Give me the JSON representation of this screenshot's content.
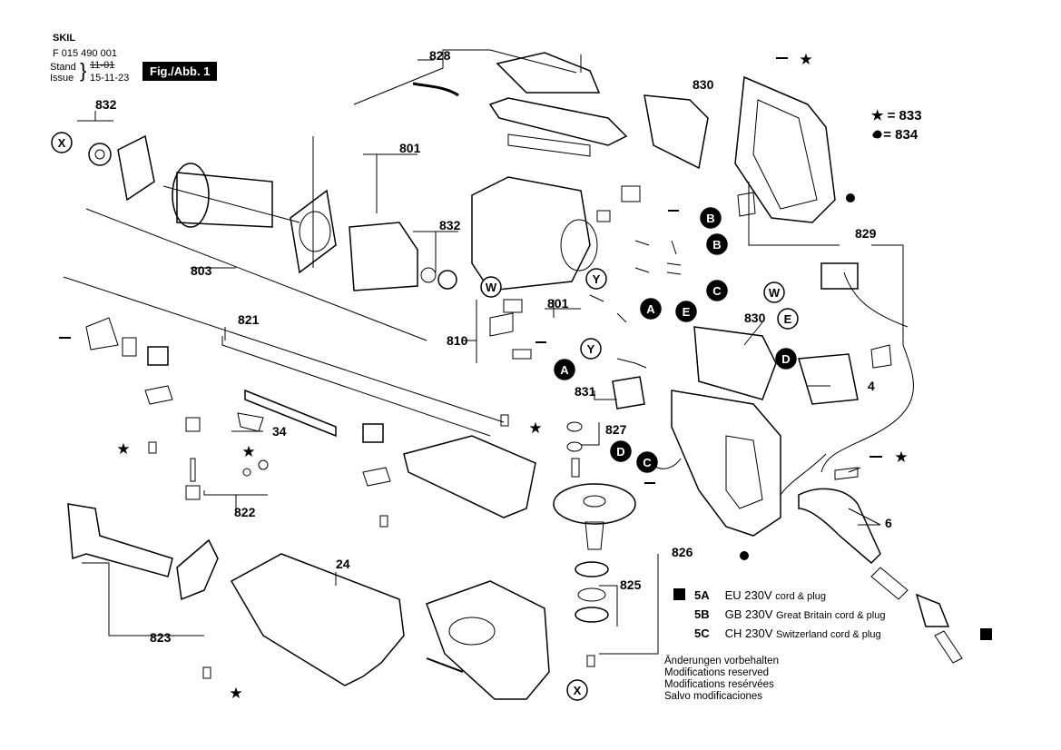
{
  "header": {
    "brand": "SKIL",
    "part_number": "F 015 490 001",
    "stand_label": "Stand",
    "stand_value": "11-01",
    "issue_label": "Issue",
    "issue_value": "15-11-23",
    "figure": "Fig./Abb. 1"
  },
  "legend": {
    "star_text": "★ = 833",
    "dot_text": "● = 834"
  },
  "part_labels": [
    "828",
    "830",
    "832",
    "801",
    "832",
    "803",
    "821",
    "810",
    "831",
    "801",
    "827",
    "34",
    "822",
    "826",
    "825",
    "823",
    "24",
    "830",
    "829",
    "4",
    "6"
  ],
  "circle_markers": [
    "X",
    "X",
    "W",
    "W",
    "Y",
    "Y",
    "A",
    "A",
    "B",
    "B",
    "C",
    "C",
    "D",
    "D",
    "E",
    "E"
  ],
  "variants": [
    {
      "code": "5A",
      "text": "EU 230V",
      "detail": "cord & plug"
    },
    {
      "code": "5B",
      "text": "GB 230V",
      "detail": "Great Britain cord & plug"
    },
    {
      "code": "5C",
      "text": "CH 230V",
      "detail": "Switzerland cord & plug"
    }
  ],
  "modifications": [
    "Änderungen vorbehalten",
    "Modifications reserved",
    "Modifications resérvées",
    "Salvo modificaciones"
  ]
}
